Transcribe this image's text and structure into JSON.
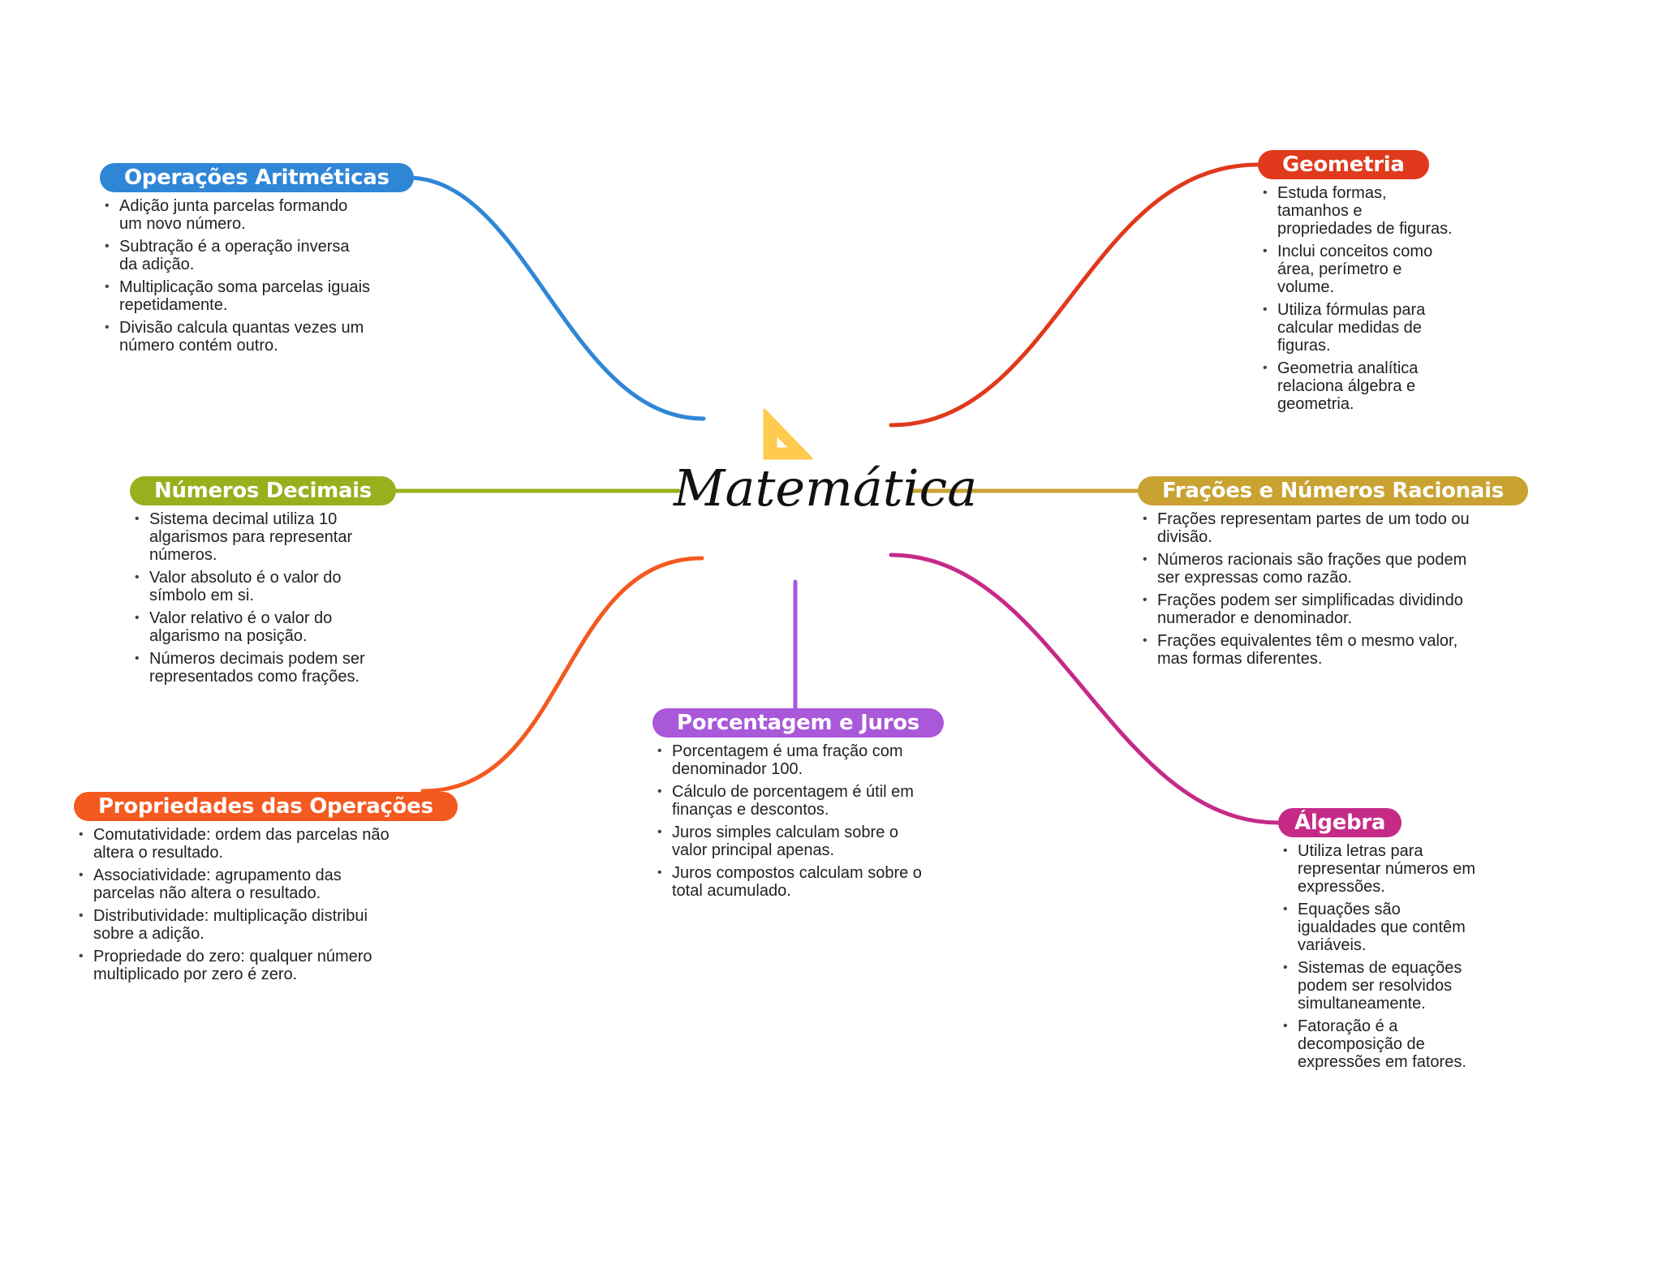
{
  "central": {
    "title": "Matemática",
    "icon": "set-square-icon",
    "icon_color": "#ffcb4f"
  },
  "branches": [
    {
      "title": "Operações Aritméticas",
      "color": "#2f86d6",
      "items": [
        "Adição junta parcelas formando um novo número.",
        "Subtração é a operação inversa da adição.",
        "Multiplicação soma parcelas iguais repetidamente.",
        "Divisão calcula quantas vezes um número contém outro."
      ]
    },
    {
      "title": "Geometria",
      "color": "#e0391c",
      "items": [
        "Estuda formas, tamanhos e propriedades de figuras.",
        "Inclui conceitos como área, perímetro e volume.",
        "Utiliza fórmulas para calcular medidas de figuras.",
        "Geometria analítica relaciona álgebra e geometria."
      ]
    },
    {
      "title": "Números Decimais",
      "color": "#9aaf1e",
      "items": [
        "Sistema decimal utiliza 10 algarismos para representar números.",
        "Valor absoluto é o valor do símbolo em si.",
        "Valor relativo é o valor do algarismo na posição.",
        "Números decimais podem ser representados como frações."
      ]
    },
    {
      "title": "Frações e Números Racionais",
      "color": "#c9a232",
      "items": [
        "Frações representam partes de um todo ou divisão.",
        "Números racionais são frações que podem ser expressas como razão.",
        "Frações podem ser simplificadas dividindo numerador e denominador.",
        "Frações equivalentes têm o mesmo valor, mas formas diferentes."
      ]
    },
    {
      "title": "Propriedades das Operações",
      "color": "#f4591f",
      "items": [
        "Comutatividade: ordem das parcelas não altera o resultado.",
        "Associatividade: agrupamento das parcelas não altera o resultado.",
        "Distributividade: multiplicação distribui sobre a adição.",
        "Propriedade do zero: qualquer número multiplicado por zero é zero."
      ]
    },
    {
      "title": "Porcentagem e Juros",
      "color": "#a958d9",
      "items": [
        "Porcentagem é uma fração com denominador 100.",
        "Cálculo de porcentagem é útil em finanças e descontos.",
        "Juros simples calculam sobre o valor principal apenas.",
        "Juros compostos calculam sobre o total acumulado."
      ]
    },
    {
      "title": "Álgebra",
      "color": "#c62a87",
      "items": [
        "Utiliza letras para representar números em expressões.",
        "Equações são igualdades que contêm variáveis.",
        "Sistemas de equações podem ser resolvidos simultaneamente.",
        "Fatoração é a decomposição de expressões em fatores."
      ]
    }
  ]
}
